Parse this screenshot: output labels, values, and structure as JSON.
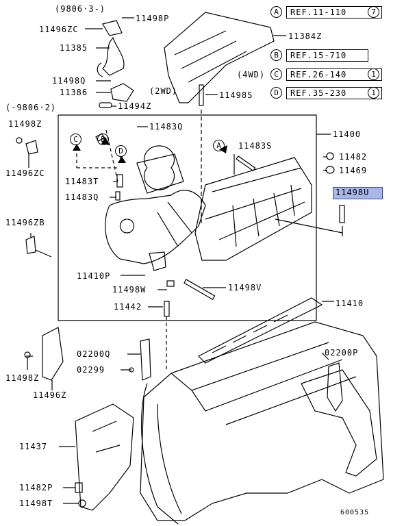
{
  "refs": [
    {
      "letter": "A",
      "text": "REF.11-110",
      "num": "7"
    },
    {
      "letter": "B",
      "text": "REF.15-710",
      "num": ""
    },
    {
      "letter": "C",
      "prefix": "(4WD)",
      "text": "REF.26-140",
      "num": "1"
    },
    {
      "letter": "D",
      "text": "REF.35-230",
      "num": "1"
    }
  ],
  "parts": {
    "p9806_3": "(9806·3-)",
    "p11498P": "11498P",
    "p11496ZC_top": "11496ZC",
    "p11385": "11385",
    "p11384Z": "11384Z",
    "p11498Q": "11498Q",
    "p11386": "11386",
    "p2WD": "(2WD)",
    "p11498S": "11498S",
    "p9806_2": "(-9806·2)",
    "p11494Z": "11494Z",
    "p11498Z_top": "11498Z",
    "p11483Q_top": "11483Q",
    "p11400": "11400",
    "p11496ZC_left": "11496ZC",
    "p11483S": "11483S",
    "p11482": "11482",
    "p11469": "11469",
    "p11483T": "11483T",
    "p11498U": "11498U",
    "p11483Q_mid": "11483Q",
    "p11496ZB": "11496ZB",
    "p11410P": "11410P",
    "p11498W": "11498W",
    "p11498V": "11498V",
    "p11442": "11442",
    "p11410": "11410",
    "p02200Q": "02200Q",
    "p02200P": "02200P",
    "p02299": "02299",
    "p11498Z_bot": "11498Z",
    "p11496Z": "11496Z",
    "p11437": "11437",
    "p11482P": "11482P",
    "p11498T": "11498T",
    "diagram_code": "600535"
  },
  "callouts": {
    "A": "A",
    "B": "B",
    "C": "C",
    "D": "D"
  },
  "colors": {
    "highlight": "#a9b8e8",
    "line": "#000000"
  }
}
